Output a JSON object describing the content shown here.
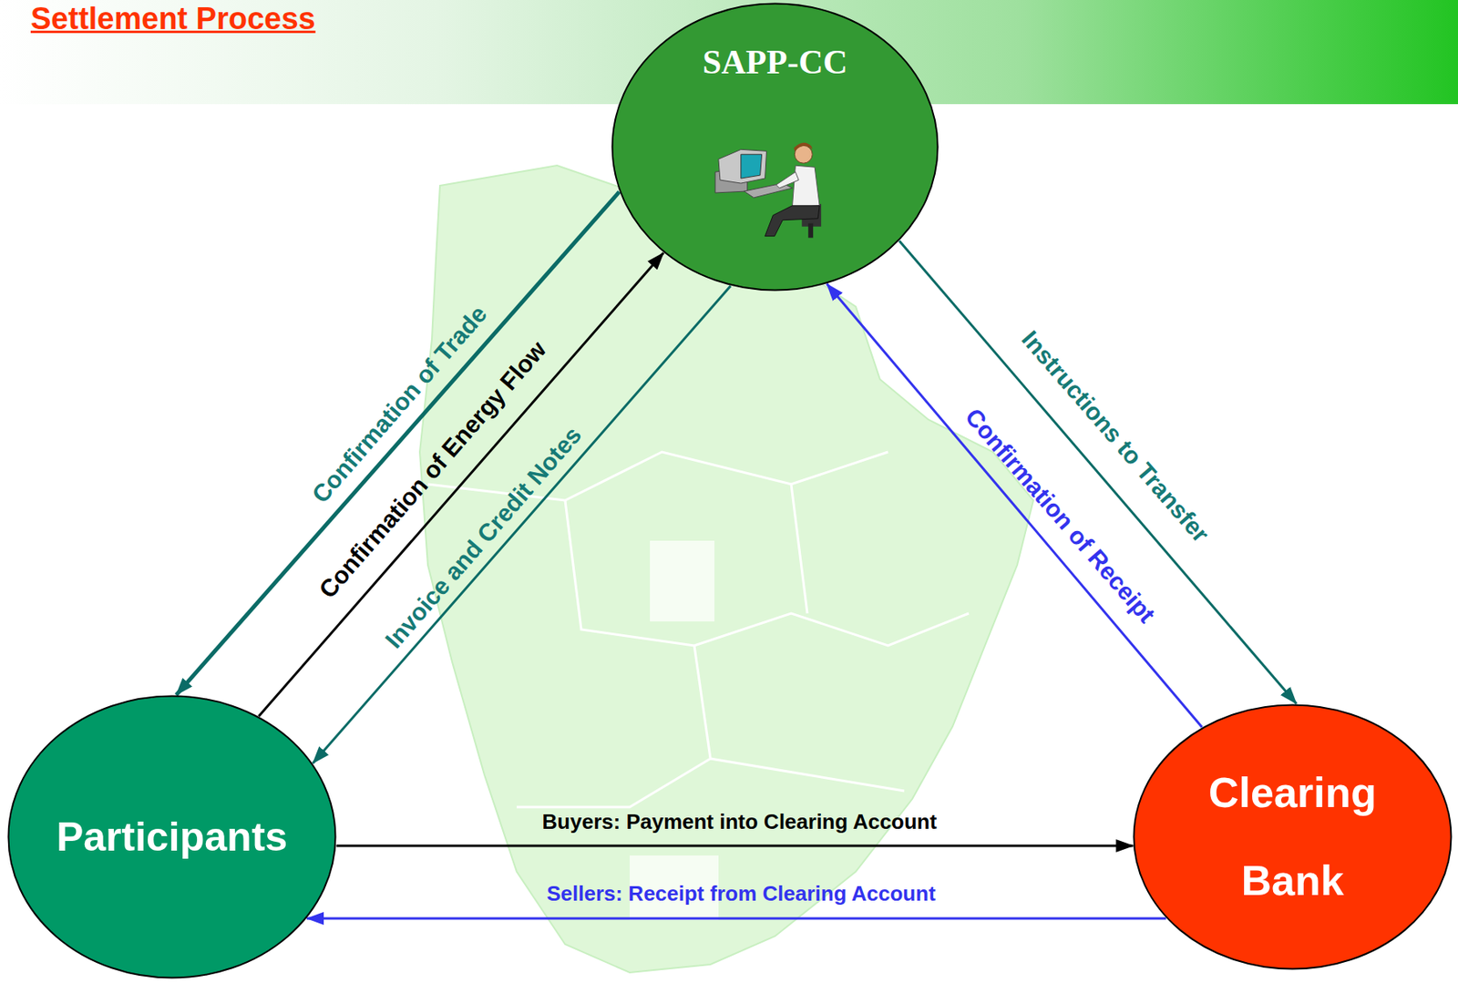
{
  "diagram": {
    "title": "Settlement Process",
    "nodes": [
      {
        "text": [
          "SAPP-CC"
        ]
      },
      {
        "text": [
          "Participants"
        ]
      },
      {
        "text": [
          "Clearing Bank"
        ]
      }
    ],
    "edges": [
      {
        "from": 0,
        "to": 1,
        "label": "Confirmation of Trade",
        "arrow": "to"
      },
      {
        "from": 1,
        "to": 0,
        "label": "Confirmation of Energy Flow",
        "arrow": "to"
      },
      {
        "from": 0,
        "to": 1,
        "label": "Invoice and Credit Notes",
        "arrow": "to"
      },
      {
        "from": 0,
        "to": 2,
        "label": "Instructions to Transfer",
        "arrow": "to"
      },
      {
        "from": 2,
        "to": 0,
        "label": "Confirmation of Receipt",
        "arrow": "to"
      },
      {
        "from": 1,
        "to": 2,
        "label": "Buyers: Payment into Clearing Account",
        "arrow": "to"
      },
      {
        "from": 2,
        "to": 1,
        "label": "Sellers: Receipt from Clearing Account",
        "arrow": "to"
      }
    ]
  }
}
